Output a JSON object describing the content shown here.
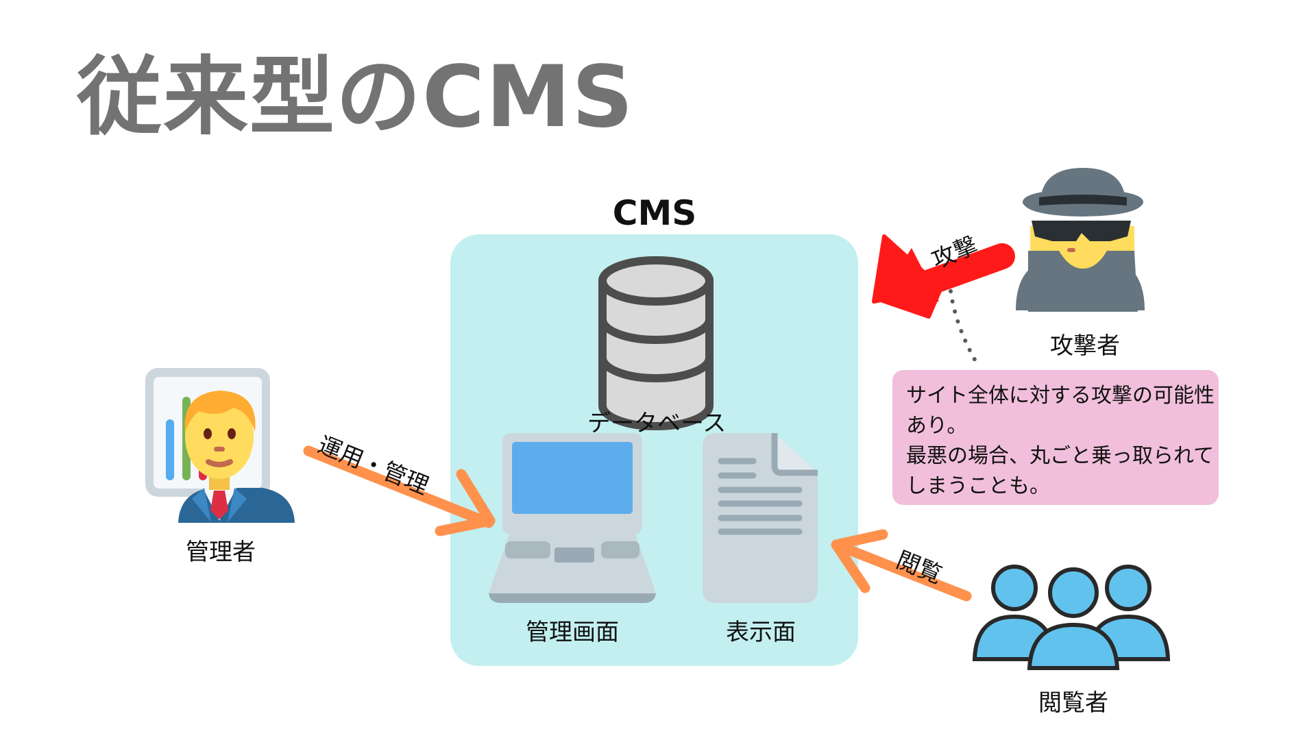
{
  "title": "従来型のCMS",
  "cms": {
    "heading": "CMS",
    "components": {
      "database": "データベース",
      "admin_screen": "管理画面",
      "public_screen": "表示面"
    }
  },
  "actors": {
    "admin": "管理者",
    "attacker": "攻撃者",
    "viewer": "閲覧者"
  },
  "arrows": {
    "manage": "運用・管理",
    "attack": "攻撃",
    "view": "閲覧"
  },
  "note": {
    "lines": [
      "サイト全体に対する攻撃の可能性",
      "あり。",
      "最悪の場合、丸ごと乗っ取られて",
      "しまうことも。"
    ]
  },
  "colors": {
    "cms_box": "#c3eff0",
    "note_box": "#f1bfdb",
    "attack_arrow": "#ff1a1a",
    "flow_arrow": "#ff914d",
    "title": "#737373"
  },
  "icons": {
    "database": "database-icon",
    "laptop": "laptop-icon",
    "document": "document-icon",
    "admin": "office-worker-icon",
    "attacker": "detective-icon",
    "viewers": "users-group-icon"
  }
}
